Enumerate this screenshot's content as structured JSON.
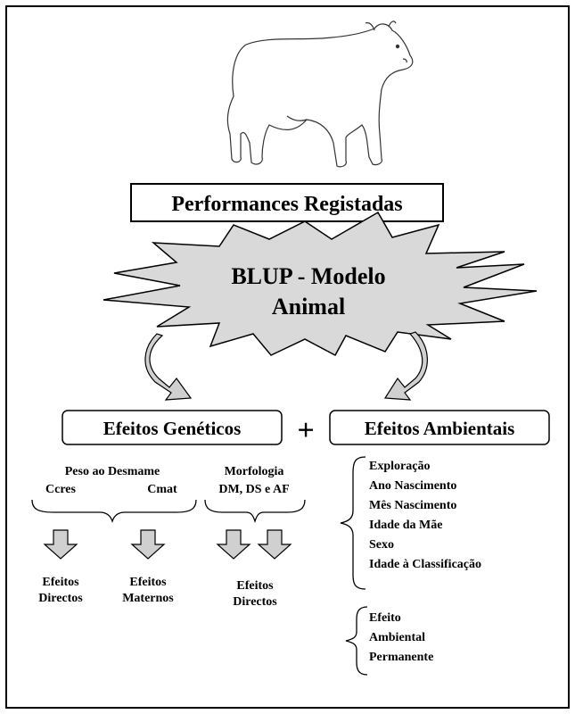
{
  "title_box": "Performances Registadas",
  "method_line1": "BLUP - Modelo",
  "method_line2": "Animal",
  "genetic_box": "Efeitos Genéticos",
  "plus_sign": "+",
  "environmental_box": "Efeitos Ambientais",
  "weaning": {
    "line1": "Peso ao Desmame",
    "ccres": "Ccres",
    "cmat": "Cmat"
  },
  "morphology": {
    "line1": "Morfologia",
    "line2": "DM, DS e AF"
  },
  "outcomes": {
    "direct1": [
      "Efeitos",
      "Directos"
    ],
    "maternal": [
      "Efeitos",
      "Maternos"
    ],
    "direct2": [
      "Efeitos",
      "Directos"
    ]
  },
  "env_factors": [
    "Exploração",
    "Ano Nascimento",
    "Mês Nascimento",
    "Idade da Mãe",
    "Sexo",
    "Idade à Classificação"
  ],
  "permanent_effect": [
    "Efeito",
    "Ambiental",
    "Permanente"
  ],
  "colors": {
    "burst_fill": "#d9d9d9",
    "arrow_fill": "#d0d0d0",
    "stroke": "#000000"
  }
}
